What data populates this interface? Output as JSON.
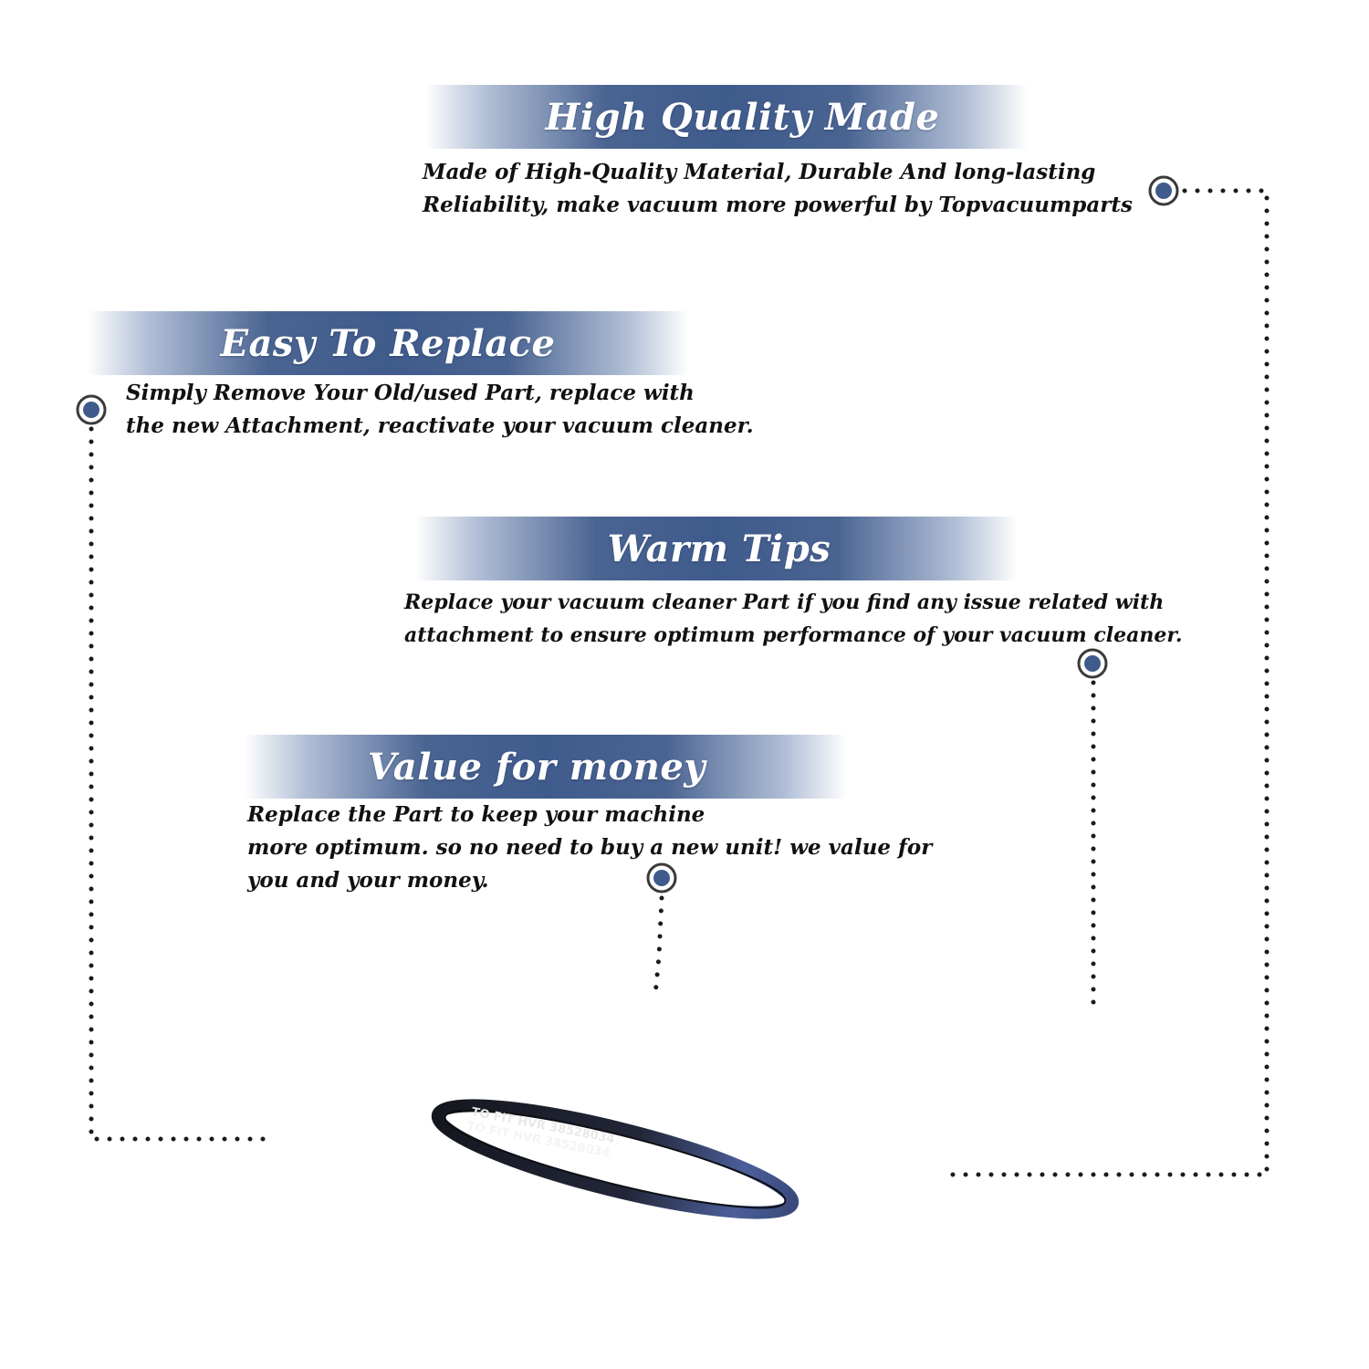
{
  "colors": {
    "banner_blue": "#3f5b8c",
    "marker_blue": "#3f5b8c",
    "dot_color": "#1a1a1a",
    "belt_dark": "#1b1e29",
    "belt_blue": "#4c5f9a"
  },
  "icons": {
    "marker": "target-dot-icon",
    "belt": "vacuum-belt-icon"
  },
  "sections": {
    "high_quality": {
      "title": "High Quality Made",
      "lines": [
        "Made of  High-Quality Material, Durable And long-lasting",
        "Reliability, make vacuum more powerful by Topvacuumparts"
      ]
    },
    "easy_replace": {
      "title": "Easy To Replace",
      "lines": [
        "Simply Remove Your Old/used Part, replace with",
        "the new Attachment, reactivate your vacuum cleaner."
      ]
    },
    "warm_tips": {
      "title": "Warm Tips",
      "lines": [
        "Replace your vacuum cleaner Part if you find any issue related with",
        " attachment to ensure optimum performance of your vacuum cleaner."
      ]
    },
    "value_money": {
      "title": "Value for money",
      "lines": [
        "Replace the Part to keep your machine",
        "more optimum. so no need to buy a new unit! we value for",
        "you and your money."
      ]
    }
  },
  "belt": {
    "print_1": "TO FIT HVR 38528034",
    "print_2": "TO FIT HVR 38528034"
  }
}
